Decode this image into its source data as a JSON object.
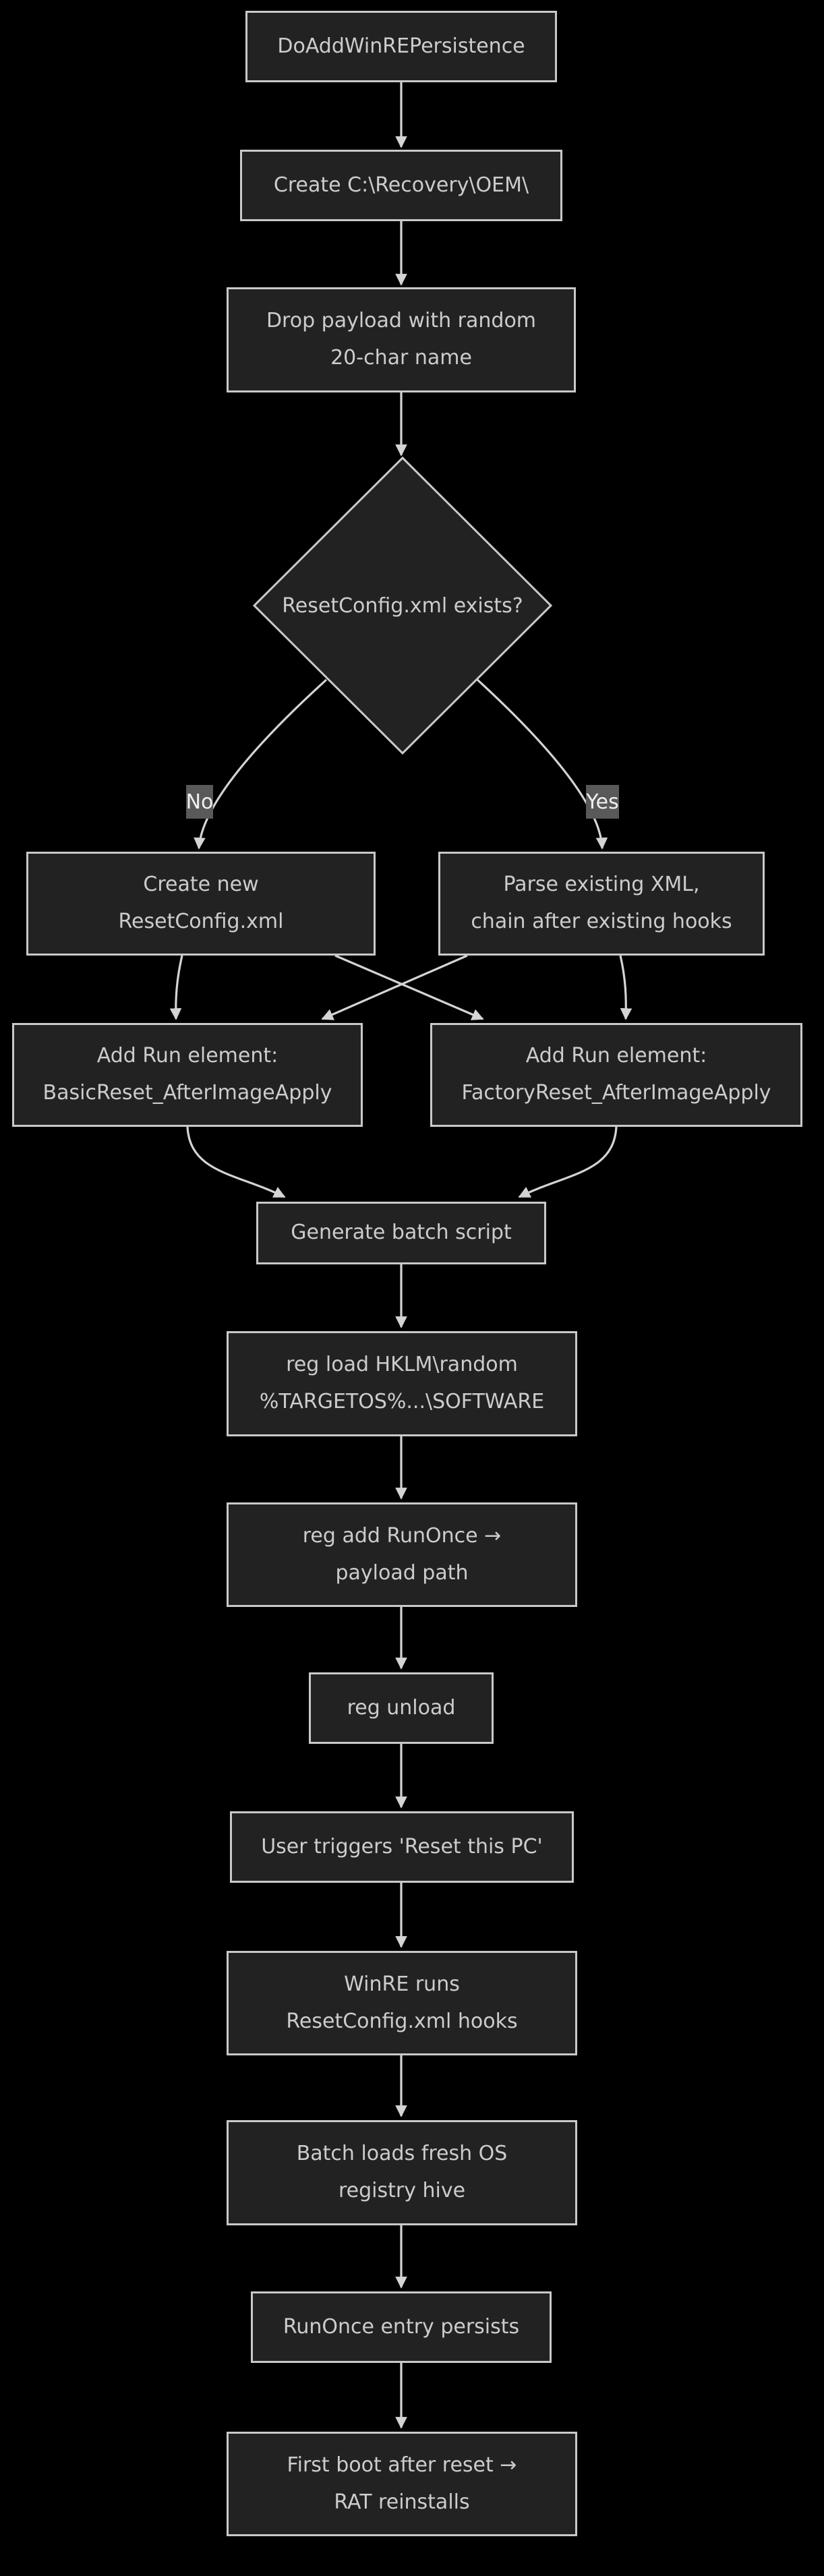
{
  "diagram": {
    "type": "flowchart",
    "background_color": "#000000",
    "node_fill_color": "#222222",
    "node_border_color": "#c9c9c9",
    "node_text_color": "#cccccc",
    "edge_color": "#d4d4d4",
    "edge_label_background_color": "#595959",
    "edge_label_text_color": "#f0f0f0"
  },
  "nodes": [
    {
      "id": "do-add-winre-persistence",
      "shape": "rect",
      "lines": [
        "DoAddWinREPersistence"
      ]
    },
    {
      "id": "create-recovery-oem",
      "shape": "rect",
      "lines": [
        "Create C:\\Recovery\\OEM\\"
      ]
    },
    {
      "id": "drop-payload",
      "shape": "rect",
      "lines": [
        "Drop payload with random",
        "20-char name"
      ]
    },
    {
      "id": "resetconfig-exists",
      "shape": "diamond",
      "lines": [
        "ResetConfig.xml exists?"
      ]
    },
    {
      "id": "create-new-resetconfig",
      "shape": "rect",
      "lines": [
        "Create new",
        "ResetConfig.xml"
      ]
    },
    {
      "id": "parse-existing-xml",
      "shape": "rect",
      "lines": [
        "Parse existing XML,",
        "chain after existing hooks"
      ]
    },
    {
      "id": "add-run-basicreset",
      "shape": "rect",
      "lines": [
        "Add Run element:",
        "BasicReset_AfterImageApply"
      ]
    },
    {
      "id": "add-run-factoryreset",
      "shape": "rect",
      "lines": [
        "Add Run element:",
        "FactoryReset_AfterImageApply"
      ]
    },
    {
      "id": "generate-batch-script",
      "shape": "rect",
      "lines": [
        "Generate batch script"
      ]
    },
    {
      "id": "reg-load-hive",
      "shape": "rect",
      "lines": [
        "reg load HKLM\\random",
        "%TARGETOS%...\\SOFTWARE"
      ]
    },
    {
      "id": "reg-add-runonce",
      "shape": "rect",
      "lines": [
        "reg add RunOnce →",
        "payload path"
      ]
    },
    {
      "id": "reg-unload",
      "shape": "rect",
      "lines": [
        "reg unload"
      ]
    },
    {
      "id": "user-triggers-reset",
      "shape": "rect",
      "lines": [
        "User triggers 'Reset this PC'"
      ]
    },
    {
      "id": "winre-runs-hooks",
      "shape": "rect",
      "lines": [
        "WinRE runs",
        "ResetConfig.xml hooks"
      ]
    },
    {
      "id": "batch-loads-hive",
      "shape": "rect",
      "lines": [
        "Batch loads fresh OS",
        "registry hive"
      ]
    },
    {
      "id": "runonce-persists",
      "shape": "rect",
      "lines": [
        "RunOnce entry persists"
      ]
    },
    {
      "id": "first-boot-rat",
      "shape": "rect",
      "lines": [
        "First boot after reset →",
        "RAT reinstalls"
      ]
    }
  ],
  "edge_labels": [
    {
      "id": "no",
      "text": "No"
    },
    {
      "id": "yes",
      "text": "Yes"
    }
  ]
}
